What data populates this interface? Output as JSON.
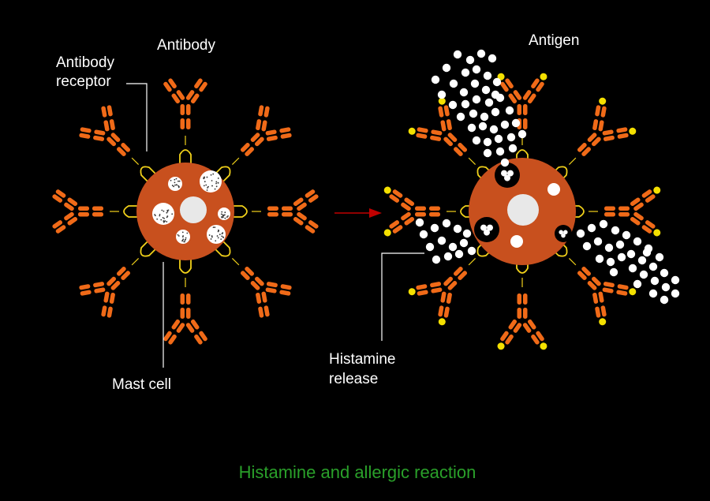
{
  "labels": {
    "antibody": "Antibody",
    "receptor_line1": "Antibody",
    "receptor_line2": "receptor",
    "mast_cell": "Mast cell",
    "antigen": "Antigen",
    "histamine_line1": "Histamine",
    "histamine_line2": "release"
  },
  "title": "Histamine and allergic reaction",
  "colors": {
    "background": "#000000",
    "cell": "#c8501e",
    "antibody": "#f06a18",
    "receptor": "#f2d21a",
    "antigen": "#f4e000",
    "granule": "#ffffff",
    "arrow": "#c00000",
    "title": "#2aa02a"
  },
  "icons": {
    "arrow": "arrow-right-icon"
  }
}
